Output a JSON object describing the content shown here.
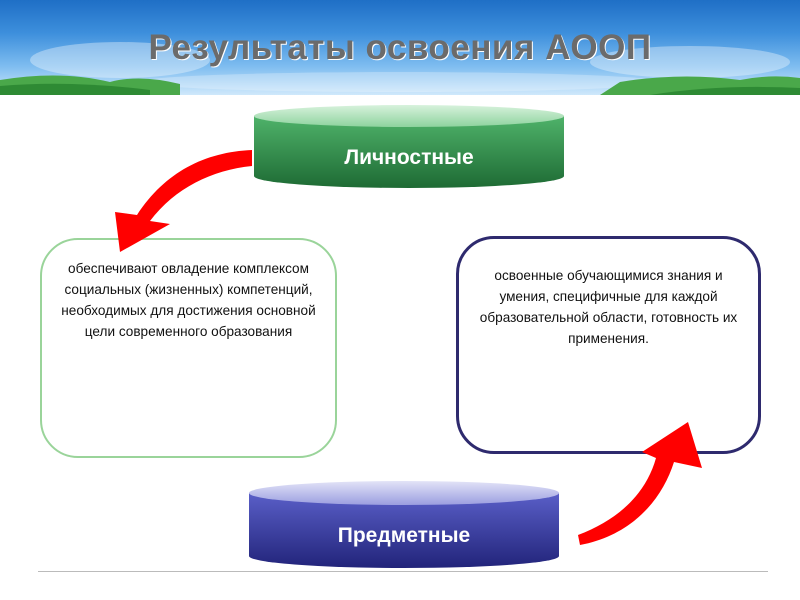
{
  "slide": {
    "title": "Результаты  освоения АООП"
  },
  "personal": {
    "label": "Личностные",
    "description": "обеспечивают овладение комплексом социальных (жизненных) компетенций, необходимых для достижения основной цели современного образования"
  },
  "subject": {
    "label": "Предметные",
    "description": "освоенные обучающимися знания и умения, специфичные для каждой образовательной области, готовность их применения."
  },
  "colors": {
    "header_blue": "#2a7bd0",
    "personal_green": "#2f8f4a",
    "subject_blue": "#2b2f9a",
    "arrow_red": "#ff0000",
    "left_box_border": "#9ad49a",
    "right_box_border": "#2e2a6e"
  }
}
